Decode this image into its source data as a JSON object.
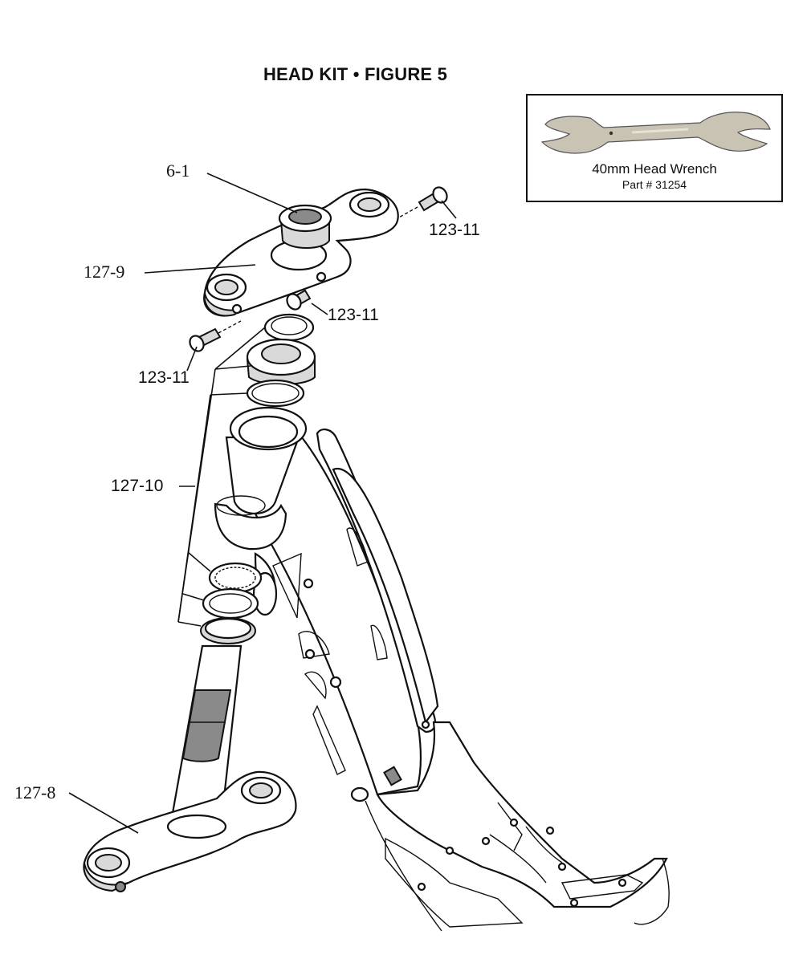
{
  "figure": {
    "title": "HEAD KIT  •  FIGURE 5"
  },
  "callout": {
    "tool_name": "40mm Head Wrench",
    "part_number": "Part # 31254",
    "icon": "head-wrench-icon",
    "wrench_color": "#c9c3b4"
  },
  "labels": {
    "l_6_1": "6-1",
    "l_127_9": "127-9",
    "l_123_11_a": "123-11",
    "l_123_11_b": "123-11",
    "l_123_11_c": "123-11",
    "l_127_10": "127-10",
    "l_127_8": "127-8"
  }
}
